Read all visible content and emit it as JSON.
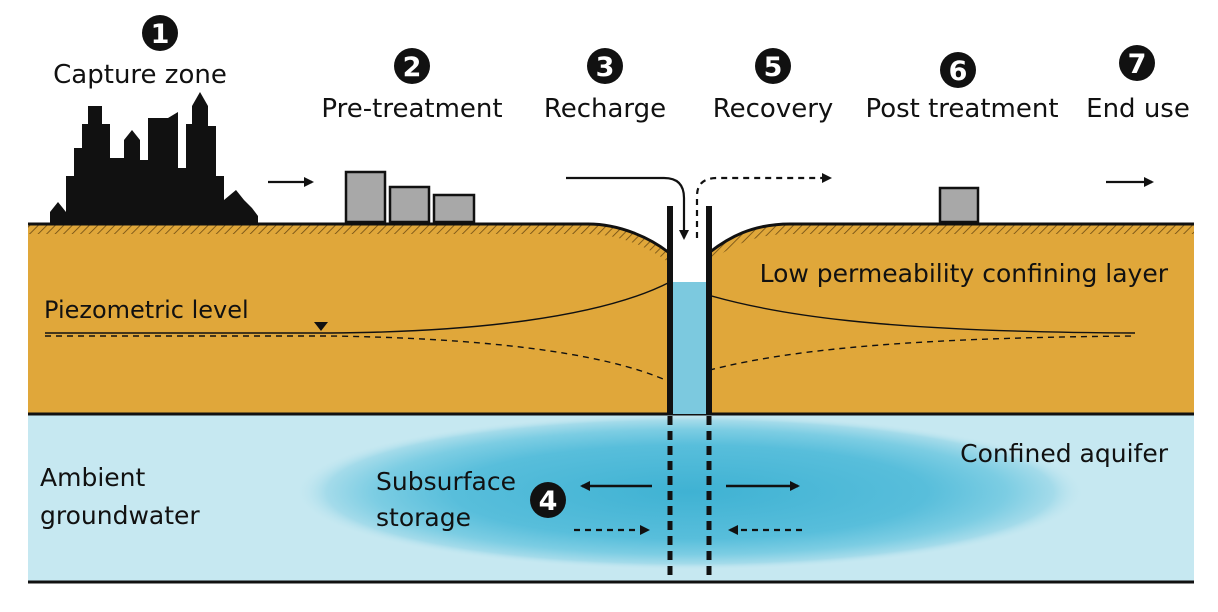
{
  "steps": [
    {
      "number": "1",
      "label": "Capture zone"
    },
    {
      "number": "2",
      "label": "Pre-treatment"
    },
    {
      "number": "3",
      "label": "Recharge"
    },
    {
      "number": "5",
      "label": "Recovery"
    },
    {
      "number": "6",
      "label": "Post treatment"
    },
    {
      "number": "7",
      "label": "End use"
    }
  ],
  "storage": {
    "number": "4",
    "label_line1": "Subsurface",
    "label_line2": "storage"
  },
  "labels": {
    "piezometric_level": "Piezometric level",
    "confining_layer": "Low permeability confining layer",
    "confined_aquifer": "Confined aquifer",
    "ambient_line1": "Ambient",
    "ambient_line2": "groundwater"
  },
  "colors": {
    "confining_layer": "#e0a73a",
    "aquifer": "#c6e8f1",
    "storage_plume": "#5cc0dc",
    "well_water": "#7cc9df",
    "treatment_buildings": "#a8a8a8",
    "outline": "#111111"
  },
  "icons": {
    "capture_zone": "city-skyline-icon",
    "pre_treatment": "treatment-plant-icon",
    "post_treatment": "treatment-plant-icon",
    "well": "well-casing-icon",
    "water_table": "inverted-triangle-icon"
  }
}
